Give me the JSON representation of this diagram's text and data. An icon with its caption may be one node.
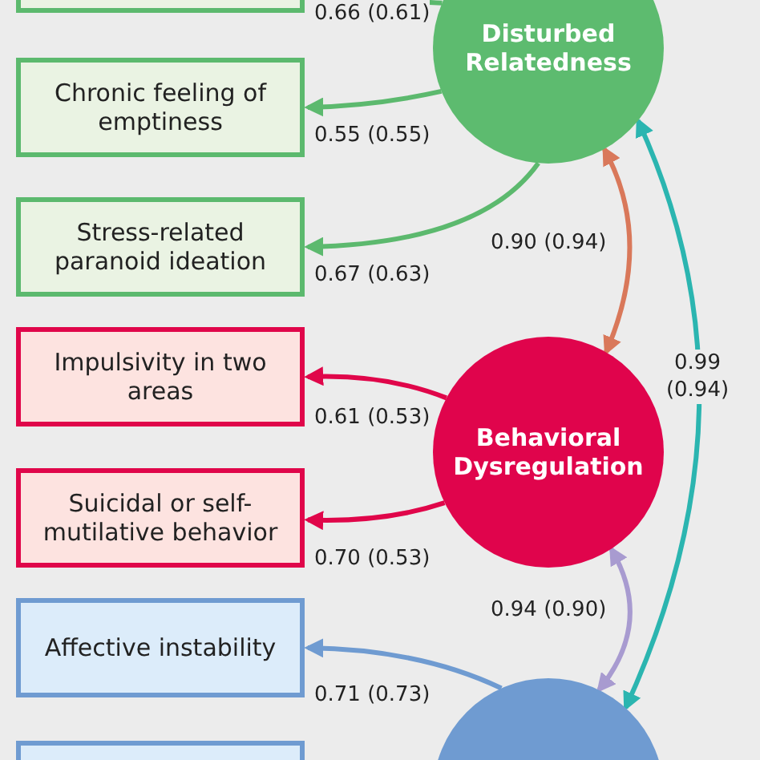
{
  "diagram": {
    "nodes": [
      {
        "text": [],
        "shape": "box"
      },
      {
        "text": [
          "Disturbed Relatedness"
        ]
      },
      {
        "text": [
          "Chronic feeling of emptiness"
        ]
      },
      {
        "text": [
          "Stress-related paranoid ideation"
        ]
      },
      {
        "text": [
          "Impulsivity in two areas"
        ]
      },
      {
        "text": [
          "Suicidal or self-mutilative behavior"
        ]
      },
      {
        "text": [
          "Behavioral Dysregulation"
        ]
      },
      {
        "text": [
          "Affective instability"
        ]
      },
      {
        "text": [],
        "shape": "box"
      },
      {
        "text": [],
        "shape": "circle"
      }
    ],
    "edges": [
      {
        "from": 1,
        "to": 0,
        "arrow": "to",
        "label": "0.66 (0.61)",
        "color": "#5cb96e"
      },
      {
        "from": 1,
        "to": 2,
        "arrow": "to",
        "label": "0.55 (0.55)",
        "color": "#5cb96e"
      },
      {
        "from": 1,
        "to": 3,
        "arrow": "to",
        "label": "0.67 (0.63)",
        "color": "#5cb96e"
      },
      {
        "from": 1,
        "to": 6,
        "arrow": "both",
        "label": "0.90 (0.94)",
        "color": "#d9785a"
      },
      {
        "from": 6,
        "to": 4,
        "arrow": "to",
        "label": "0.61 (0.53)",
        "color": "#e0064a"
      },
      {
        "from": 6,
        "to": 5,
        "arrow": "to",
        "label": "0.70 (0.53)",
        "color": "#e0064a"
      },
      {
        "from": 6,
        "to": 9,
        "arrow": "both",
        "label": "0.94 (0.90)",
        "color": "#a89bd0"
      },
      {
        "from": 9,
        "to": 1,
        "arrow": "both",
        "label": "0.99 (0.94)",
        "color": "#2bb5b0"
      },
      {
        "from": 9,
        "to": 7,
        "arrow": "to",
        "label": "0.71 (0.73)",
        "color": "#6f9bd1"
      }
    ]
  }
}
